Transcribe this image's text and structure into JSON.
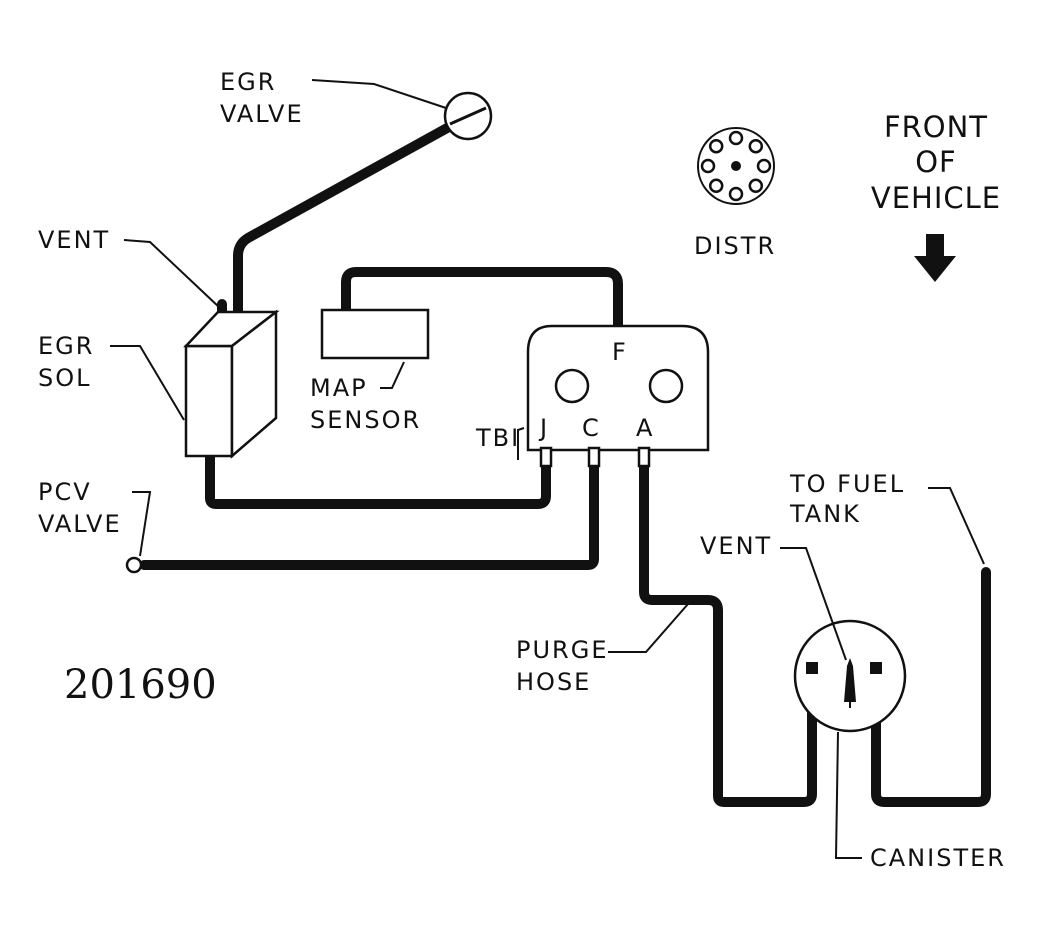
{
  "figure_number": "201690",
  "labels": {
    "egr_valve": [
      "EGR",
      "VALVE"
    ],
    "vent_top": "VENT",
    "egr_sol": [
      "EGR",
      "SOL"
    ],
    "pcv_valve": [
      "PCV",
      "VALVE"
    ],
    "map_sensor": [
      "MAP",
      "SENSOR"
    ],
    "tbi": "TBI",
    "port_j": "J",
    "port_c": "C",
    "port_a": "A",
    "port_f": "F",
    "distr": "DISTR",
    "front": [
      "FRONT",
      "OF",
      "VEHICLE"
    ],
    "to_fuel_tank": [
      "TO FUEL",
      "TANK"
    ],
    "vent_canister": "VENT",
    "purge_hose": [
      "PURGE",
      "HOSE"
    ],
    "canister": "CANISTER"
  },
  "colors": {
    "ink": "#111111",
    "paper": "#ffffff"
  },
  "icons": [
    "arrow-down-icon",
    "distributor-cap-icon"
  ]
}
